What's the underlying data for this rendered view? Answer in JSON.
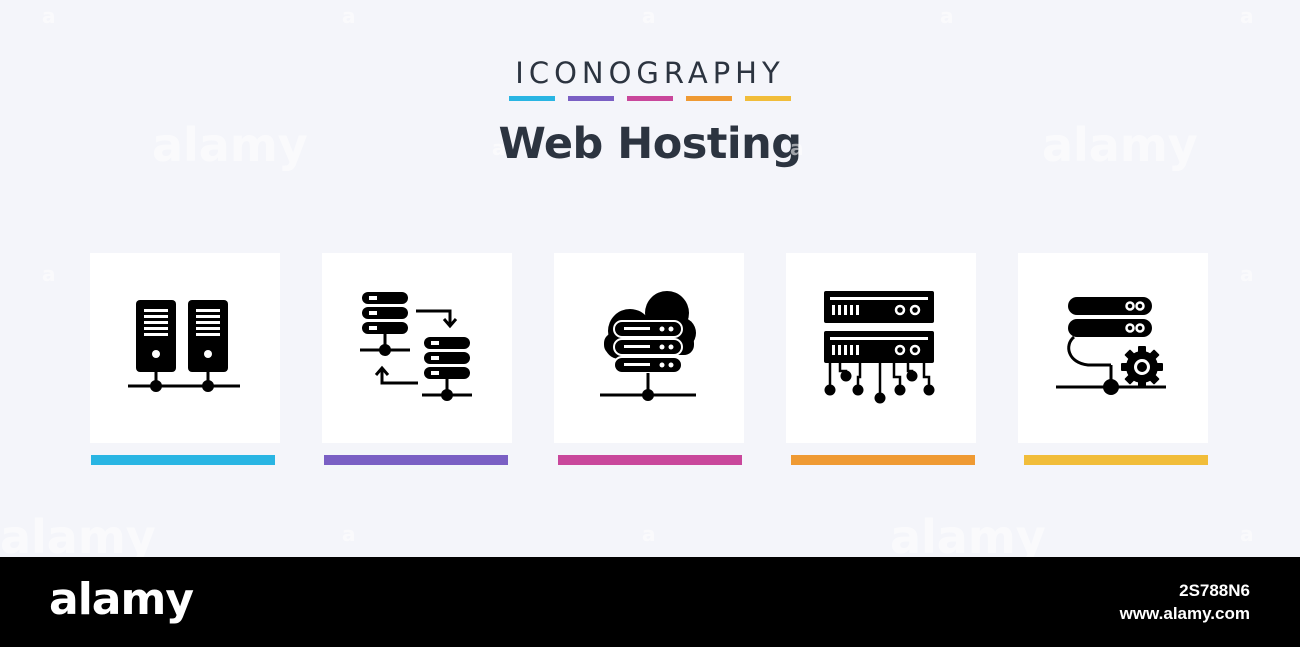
{
  "header": {
    "brand": "ICONOGRAPHY",
    "title": "Web Hosting",
    "bar_colors": [
      "#29b5e3",
      "#7a5fc4",
      "#c9479b",
      "#ef9a33",
      "#f1bd3a"
    ]
  },
  "cards": [
    {
      "icon": "twin-server-towers-network-icon",
      "accent": "#29b5e3"
    },
    {
      "icon": "database-sync-transfer-icon",
      "accent": "#7a5fc4"
    },
    {
      "icon": "cloud-server-icon",
      "accent": "#c9479b"
    },
    {
      "icon": "server-rack-connections-icon",
      "accent": "#ef9a33"
    },
    {
      "icon": "server-settings-gear-icon",
      "accent": "#f1bd3a"
    }
  ],
  "watermark": {
    "text": "alamy",
    "small": "a"
  },
  "footer": {
    "logo": "alamy",
    "image_id": "2S788N6",
    "url": "www.alamy.com"
  }
}
